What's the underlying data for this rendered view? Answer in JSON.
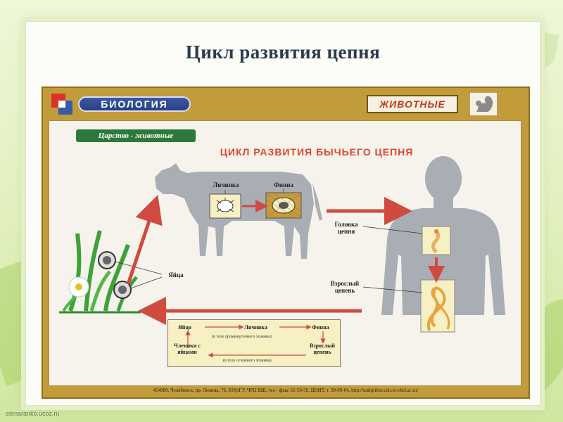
{
  "slide": {
    "title": "Цикл развития цепня"
  },
  "poster": {
    "biology_badge": "БИОЛОГИЯ",
    "animals_badge": "ЖИВОТНЫЕ",
    "kingdom_label": "Царство - животные",
    "title": "ЦИКЛ РАЗВИТИЯ БЫЧЬЕГО ЦЕПНЯ",
    "labels": {
      "larva": "Личинка",
      "finna": "Финна",
      "eggs": "Яйца",
      "head": "Головка цепня",
      "adult": "Взрослый цепень"
    },
    "scheme": {
      "egg": "Яйцо",
      "larva": "Личинка",
      "finna": "Финна",
      "segments": "Членики с яйцами",
      "adult": "Взрослый цепень",
      "intermediate_host": "(в теле промежуточного хозяина)",
      "main_host": "(в теле основного хозяина)"
    },
    "address": "454080, Челябинск, пр. Ленина, 76, ЮУрГУ, ЧРЦ ВШ, тел - факс 65-59-59, ЦНИТ, т. 39-99-04, http://uralpribor.cnit.to-chel.ac.ru/"
  },
  "footer": {
    "watermark": "elenaranko.ucoz.ru"
  },
  "colors": {
    "arrow": "#cf4a3f",
    "title_red": "#e0452c",
    "silhouette": "#a9adb4",
    "frame": "#c29b3b"
  }
}
